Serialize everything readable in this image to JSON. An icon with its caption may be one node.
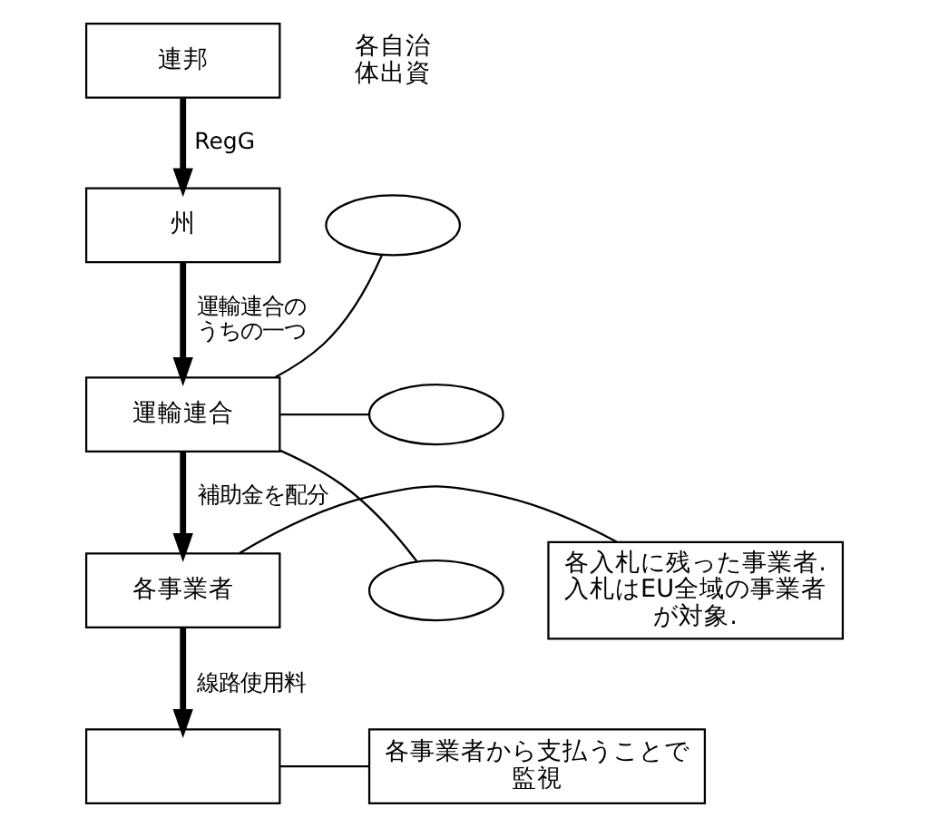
{
  "diagram": {
    "nodes": [
      {
        "text": [
          "連邦"
        ]
      },
      {
        "text": [
          "州"
        ]
      },
      {
        "text": [
          "運輸連合"
        ]
      },
      {
        "text": [
          "各事業者"
        ]
      },
      {
        "text": [],
        "shape": "box"
      },
      {
        "text": [],
        "shape": "ellipse"
      },
      {
        "text": [],
        "shape": "ellipse"
      },
      {
        "text": [],
        "shape": "ellipse"
      },
      {
        "text": [
          "各入札に残った事業者.入札はEU全域の事業者が対象."
        ]
      },
      {
        "text": [
          "各事業者から支払うことで監視"
        ]
      }
    ],
    "edges": [
      {
        "from": 0,
        "to": 1,
        "arrow": "to",
        "label": "RegG",
        "style": "thick"
      },
      {
        "from": 1,
        "to": 2,
        "arrow": "to",
        "label": "運輸連合のうちの一つ",
        "style": "thick"
      },
      {
        "from": 2,
        "to": 3,
        "arrow": "to",
        "label": "補助金を配分",
        "style": "thick"
      },
      {
        "from": 3,
        "to": 4,
        "arrow": "to",
        "label": "線路使用料",
        "style": "thick"
      },
      {
        "from": 2,
        "to": 5,
        "arrow": "none"
      },
      {
        "from": 2,
        "to": 6,
        "arrow": "none"
      },
      {
        "from": 2,
        "to": 7,
        "arrow": "none"
      },
      {
        "from": 8,
        "to": 3,
        "arrow": "none"
      },
      {
        "from": 9,
        "to": 4,
        "arrow": "none"
      }
    ],
    "labels": [
      "各自治体出資"
    ]
  }
}
